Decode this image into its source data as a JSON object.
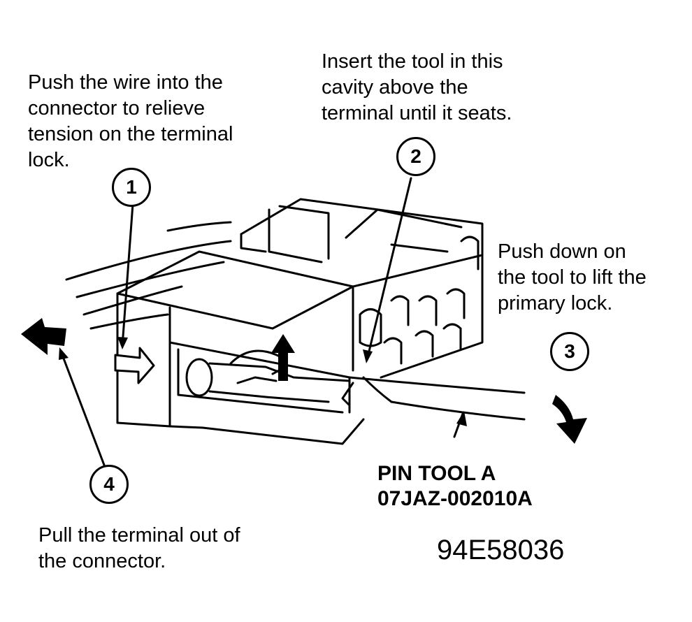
{
  "callouts": {
    "step1": "Push the wire into the\nconnector to relieve\ntension on the terminal\nlock.",
    "step2": "Insert the tool in this\ncavity above the\nterminal until it seats.",
    "step3": "Push down on\nthe tool to lift the\nprimary lock.",
    "step4": "Pull the terminal out of\nthe connector."
  },
  "step_numbers": {
    "n1": "1",
    "n2": "2",
    "n3": "3",
    "n4": "4"
  },
  "tool_label": "PIN TOOL A\n07JAZ-002010A",
  "figure_id": "94E58036"
}
